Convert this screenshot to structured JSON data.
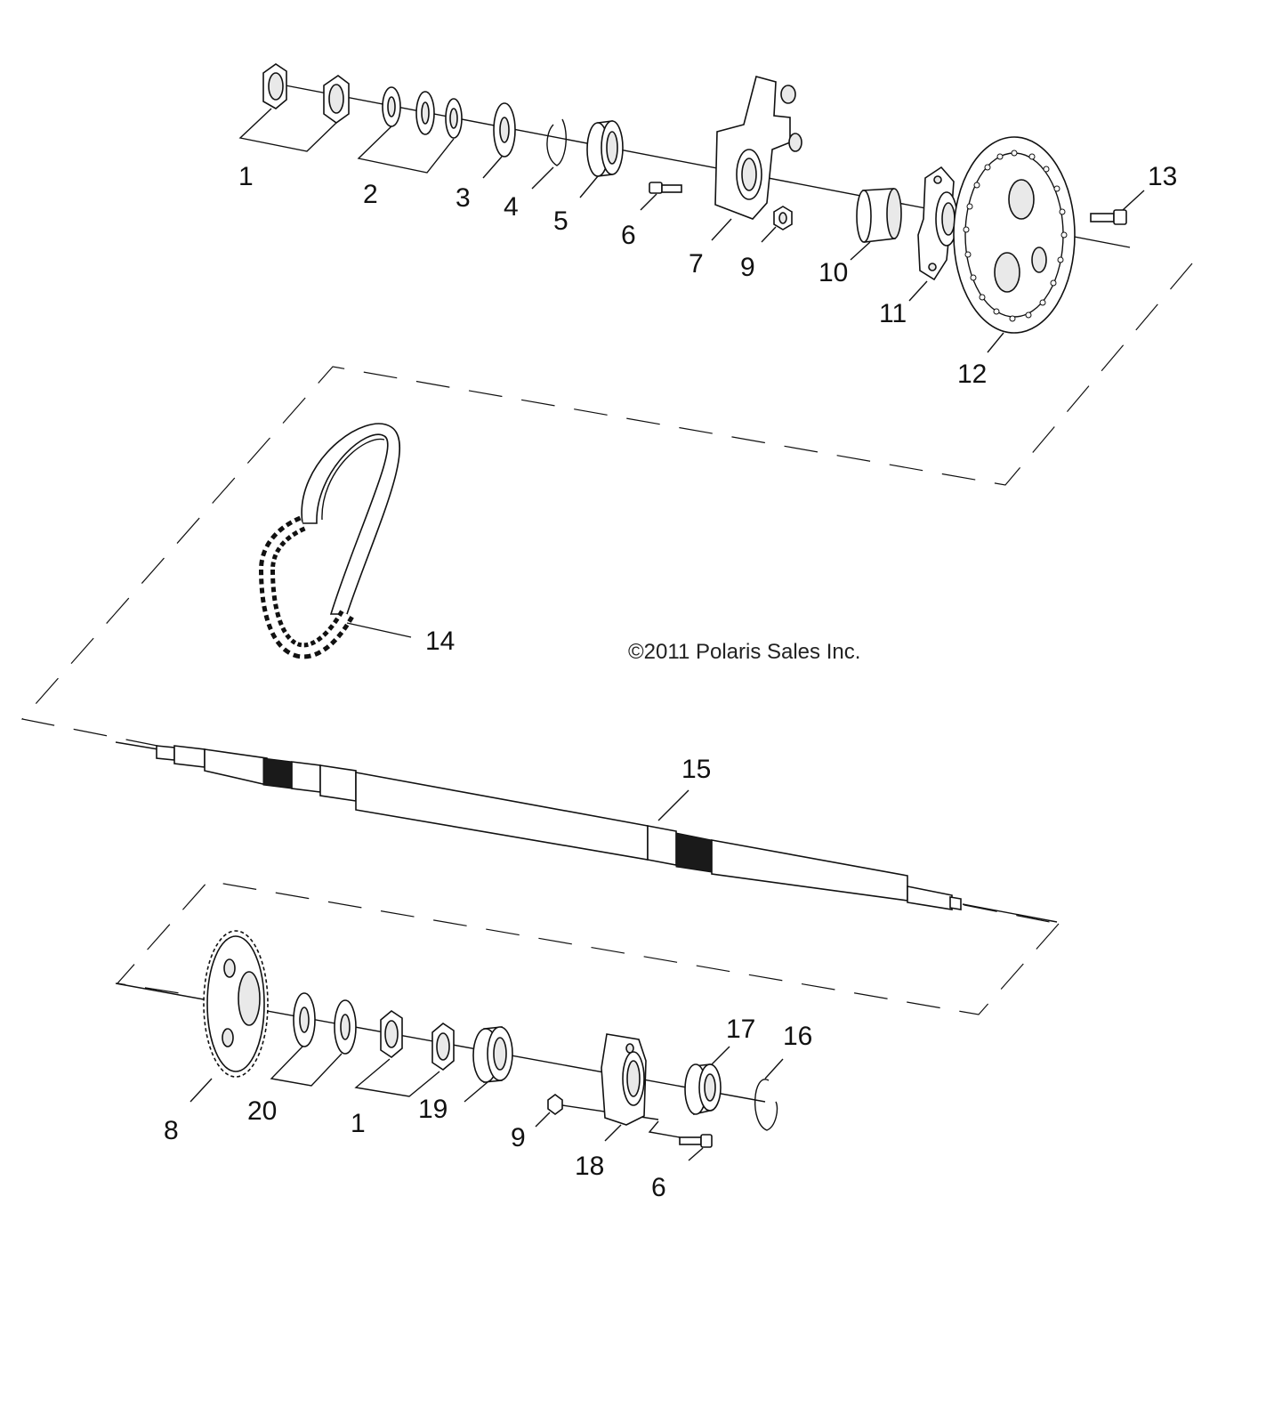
{
  "copyright": "©2011 Polaris Sales Inc.",
  "callouts": {
    "c1a": "1",
    "c2": "2",
    "c3": "3",
    "c4": "4",
    "c5": "5",
    "c6a": "6",
    "c7": "7",
    "c9a": "9",
    "c10": "10",
    "c11": "11",
    "c12": "12",
    "c13": "13",
    "c14": "14",
    "c15": "15",
    "c16": "16",
    "c17": "17",
    "c8": "8",
    "c20": "20",
    "c1b": "1",
    "c19": "19",
    "c9b": "9",
    "c18": "18",
    "c6b": "6"
  }
}
